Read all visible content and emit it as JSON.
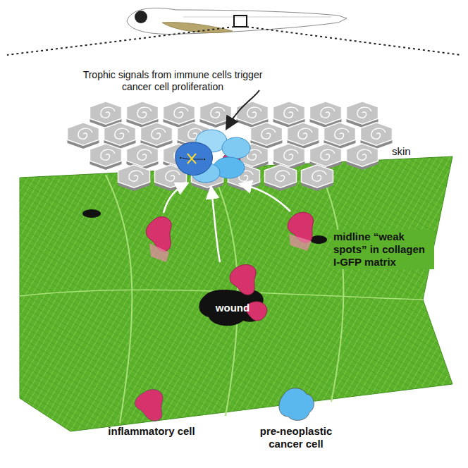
{
  "diagram": {
    "labels": [
      "Trophic signals from immune cells trigger cancer cell proliferation",
      "skin",
      "midline “weak spots” in collagen I-GFP matrix",
      "wound"
    ],
    "legend": [
      {
        "text": "inflammatory cell",
        "color": "#d6336c"
      },
      {
        "text": "pre-neoplastic cancer cell",
        "color": "#5ab8ee"
      }
    ]
  }
}
